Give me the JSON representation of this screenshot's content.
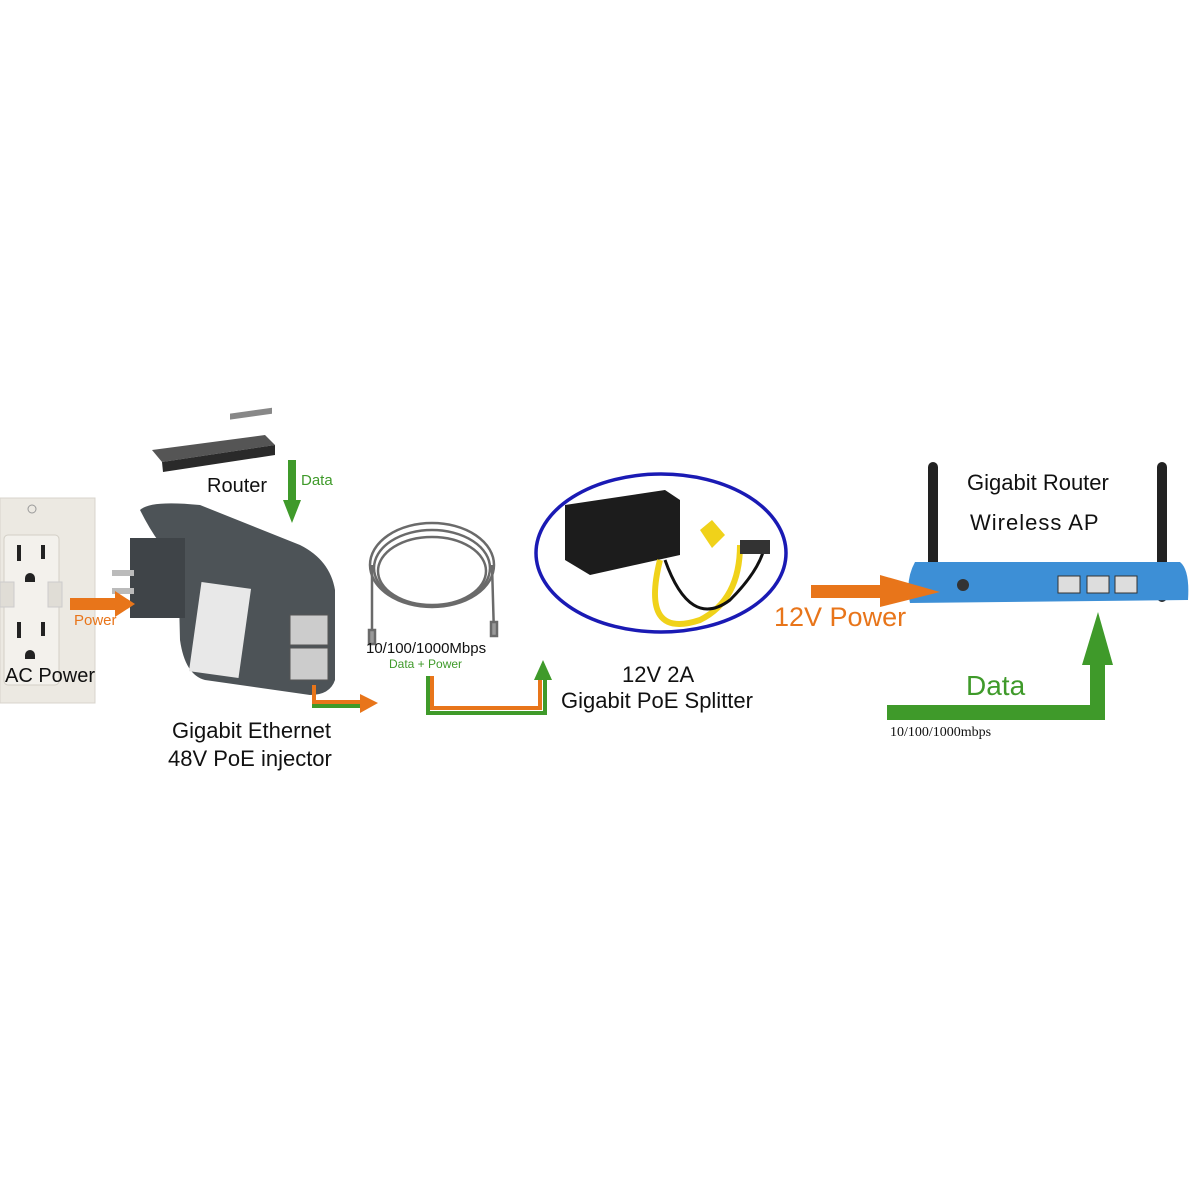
{
  "labels": {
    "router": "Router",
    "data_small": "Data",
    "power_small": "Power",
    "ac_power": "AC Power",
    "injector_line1": "Gigabit Ethernet",
    "injector_line2": "48V PoE injector",
    "cable_speed": "10/100/1000Mbps",
    "cable_data_power": "Data + Power",
    "splitter_line1": "12V 2A",
    "splitter_line2": "Gigabit PoE Splitter",
    "ap_line1": "Gigabit Router",
    "ap_line2": "Wireless AP",
    "power_12v": "12V Power",
    "data_big": "Data",
    "ap_speed": "10/100/1000mbps"
  },
  "colors": {
    "power_arrow": "#e8751a",
    "data_arrow": "#3f9a2a",
    "splitter_ring": "#1a1ab4",
    "ap_body": "#3d8fd6"
  }
}
